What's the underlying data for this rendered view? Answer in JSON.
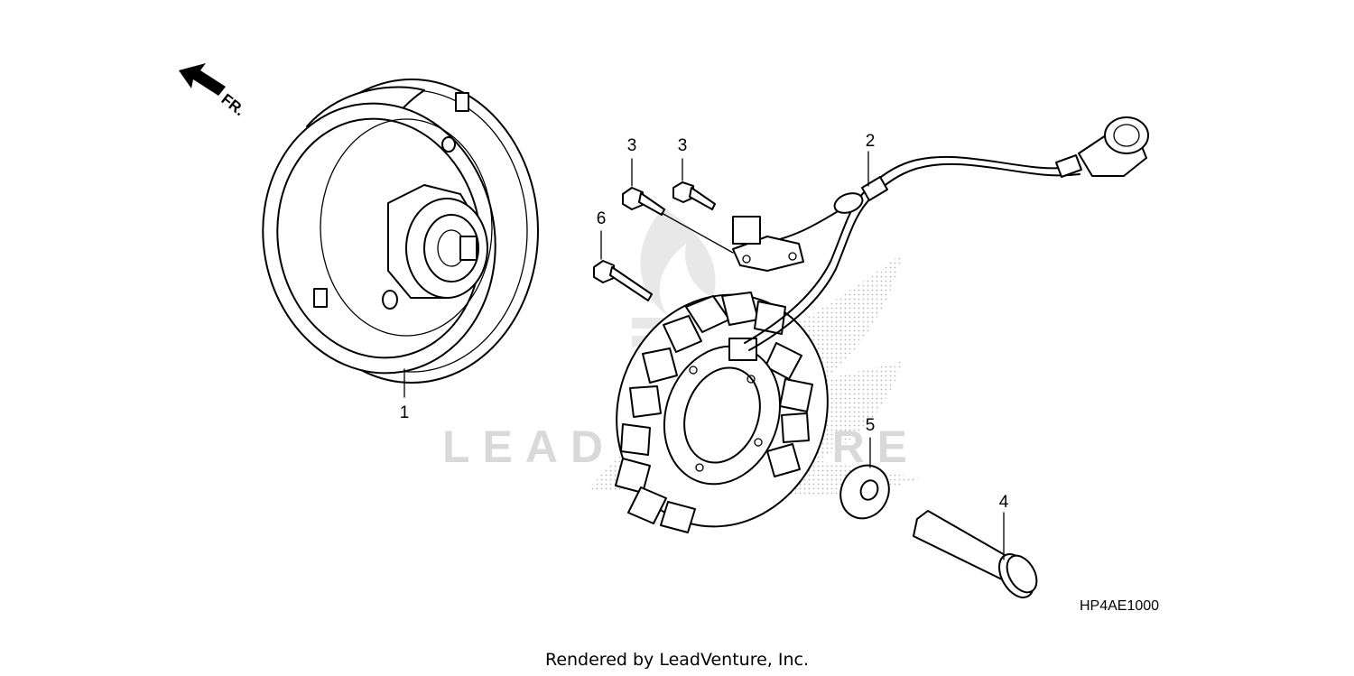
{
  "diagram": {
    "part_callouts": [
      {
        "number": "1",
        "part": "flywheel"
      },
      {
        "number": "2",
        "part": "stator-wire-harness"
      },
      {
        "number": "3",
        "part": "bolt"
      },
      {
        "number": "3",
        "part": "bolt"
      },
      {
        "number": "4",
        "part": "flange-bolt"
      },
      {
        "number": "5",
        "part": "washer"
      },
      {
        "number": "6",
        "part": "bolt"
      }
    ],
    "direction_label": "FR.",
    "diagram_code": "HP4AE1000",
    "watermark_text": "LEADVENTURE",
    "footer_text": "Rendered by LeadVenture, Inc."
  }
}
